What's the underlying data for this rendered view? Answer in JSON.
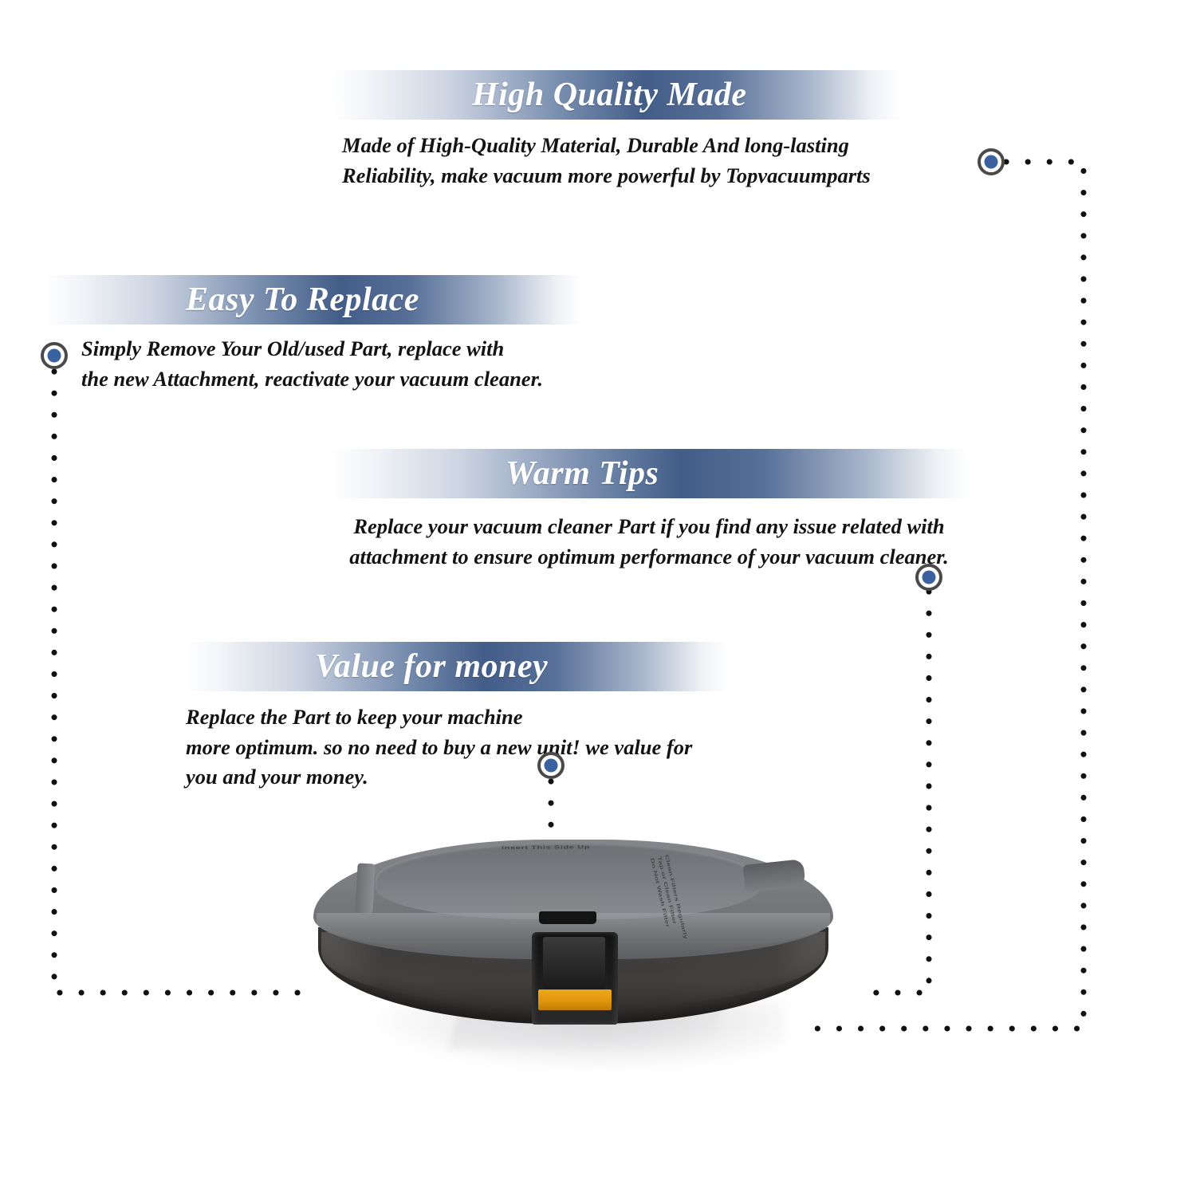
{
  "page": {
    "title": "Vacuum Replacement Part Feature Infographic",
    "background_color": "#ffffff",
    "accent_blue": "#3a62a0",
    "banner_dark_blue": "#425d88",
    "marker_ring_color": "#4a4a4a",
    "body_text_color": "#131313"
  },
  "features": [
    {
      "id": "quality",
      "heading": "High Quality Made",
      "body": "Made of  High-Quality Material, Durable And long-lasting\nReliability, make vacuum more powerful by Topvacuumparts"
    },
    {
      "id": "replace",
      "heading": "Easy To Replace",
      "body": "Simply Remove Your Old/used Part, replace with\nthe new Attachment, reactivate your vacuum cleaner."
    },
    {
      "id": "tips",
      "heading": "Warm Tips",
      "body": "Replace your vacuum cleaner Part if you find any issue related with\nattachment to ensure optimum performance of your vacuum cleaner."
    },
    {
      "id": "value",
      "heading": "Value for money",
      "body": "Replace the Part to keep your machine\nmore optimum. so no need to buy a new unit! we value for\nyou and your money."
    }
  ],
  "markers": [
    {
      "id": "quality",
      "name": "marker-dot-high-quality-made"
    },
    {
      "id": "replace",
      "name": "marker-dot-easy-to-replace"
    },
    {
      "id": "tips",
      "name": "marker-dot-warm-tips"
    },
    {
      "id": "value",
      "name": "marker-dot-value-for-money"
    }
  ],
  "product": {
    "name": "robot-vacuum-dust-bin",
    "label_top": "Insert This Side Up",
    "label_side": "Clean Filters Regularly\nTap or Clean Filter\nDo Not Wash Filter"
  },
  "connectors": {
    "description": "black dotted leader lines linking each marker dot to the product image",
    "dot_color": "#111111"
  }
}
